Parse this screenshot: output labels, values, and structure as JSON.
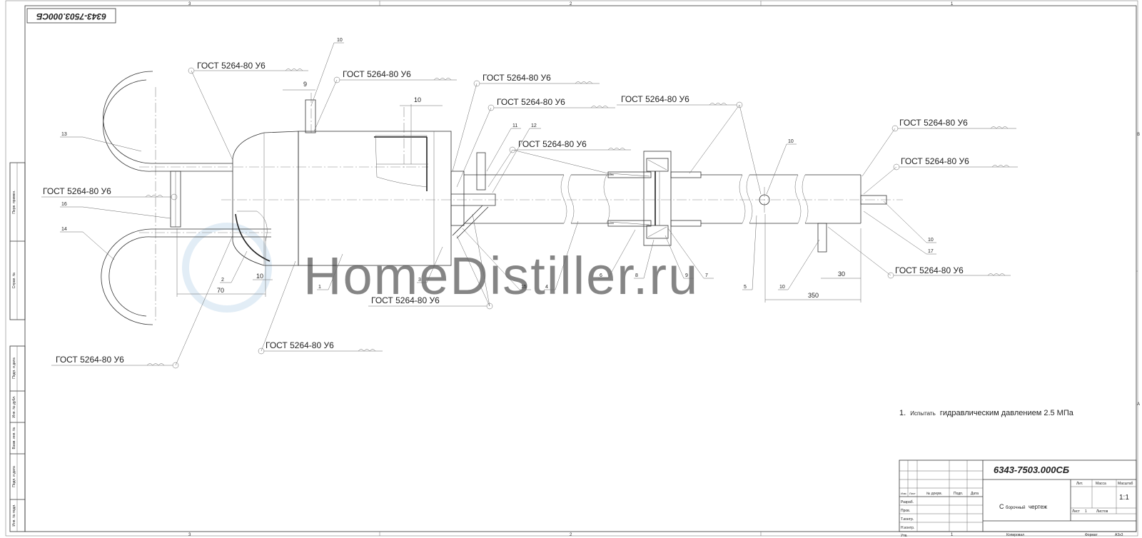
{
  "sheet": {
    "zone_numbers": [
      "3",
      "2",
      "1"
    ],
    "zone_letters": [
      "B",
      "A"
    ],
    "rotated_designation": "6343-7503.000СБ"
  },
  "watermark": "HomeDistiller.ru",
  "gost_label": "ГОСТ 5264-80 У6",
  "leaders": [
    "10",
    "9",
    "10",
    "13",
    "16",
    "14",
    "2",
    "1",
    "11",
    "12",
    "3",
    "15",
    "4",
    "6",
    "8",
    "9",
    "7",
    "5",
    "10",
    "10",
    "17",
    "10"
  ],
  "dimensions": {
    "d9": "9",
    "d10a": "10",
    "d10b": "10",
    "d70": "70",
    "d30": "30",
    "d350": "350"
  },
  "note": {
    "prefix": "1.",
    "word1": "Испытать",
    "rest": "гидравлическим давлением 2.5 МПа"
  },
  "left_strip": [
    "Перв. примен.",
    "Справ. №",
    "Подп. и дата",
    "Инв. № дубл.",
    "Взам. инв. №",
    "Подп. и дата",
    "Инв. № подл."
  ],
  "title_block": {
    "designation": "6343-7503.000СБ",
    "doc_title_big": "С",
    "doc_title_small": "борочный",
    "doc_title_end": "чертеж",
    "lit": "Лит.",
    "mass": "Масса",
    "scale_header": "Масштаб",
    "scale": "1:1",
    "sheet": "Лист",
    "sheet_no": "1",
    "sheets": "Листов",
    "cols": [
      "Изм.",
      "Лист",
      "№ докум.",
      "Подп.",
      "Дата"
    ],
    "rows": [
      "Разраб.",
      "Пров.",
      "Т.контр.",
      "Н.контр.",
      "Утв."
    ],
    "copied": "Копировал",
    "format_label": "Формат",
    "format": "А3х3"
  }
}
